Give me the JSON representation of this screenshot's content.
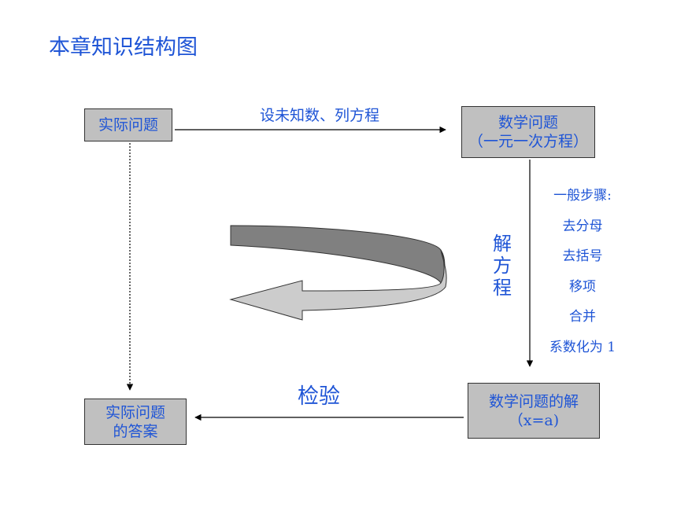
{
  "title": "本章知识结构图",
  "boxes": {
    "real_problem": "实际问题",
    "math_problem": [
      "数学问题",
      "（一元一次方程）"
    ],
    "math_solution": [
      "数学问题的解",
      "（x=a)"
    ],
    "real_answer": [
      "实际问题",
      "的答案"
    ]
  },
  "edges": {
    "set_unknown": "设未知数、列方程",
    "solve": [
      "解",
      "方",
      "程"
    ],
    "check": "检验"
  },
  "steps": {
    "heading": "一般步骤:",
    "items": [
      "去分母",
      "去括号",
      "移项",
      "合并",
      "系数化为 1"
    ]
  },
  "colors": {
    "text": "#1f55d6",
    "box_fill": "#c0c0c0",
    "arrow_top": "#808080",
    "arrow_body": "#cccccc"
  }
}
